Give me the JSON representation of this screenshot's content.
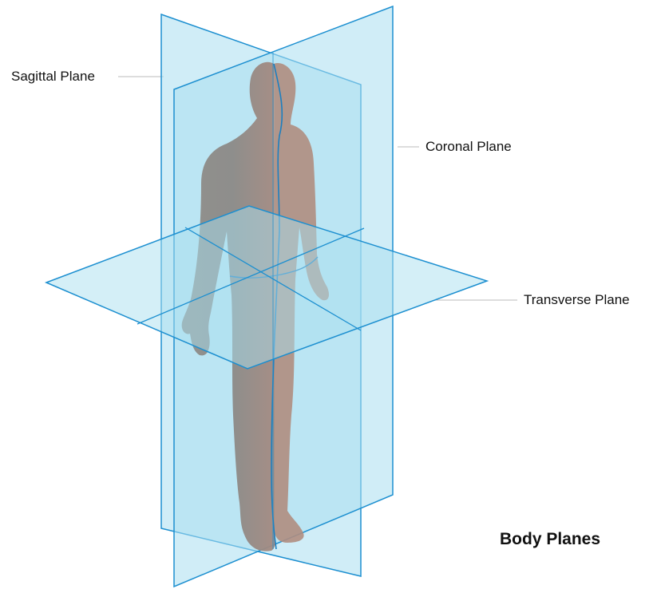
{
  "labels": {
    "sagittal": "Sagittal Plane",
    "coronal": "Coronal Plane",
    "transverse": "Transverse Plane"
  },
  "title": "Body Planes",
  "colors": {
    "plane_fill": "#a9dff0",
    "plane_stroke": "#1c8fd0",
    "body_fill": "#8d8a86",
    "body_back": "#b28e80",
    "leader_line": "#bbbbbb"
  }
}
